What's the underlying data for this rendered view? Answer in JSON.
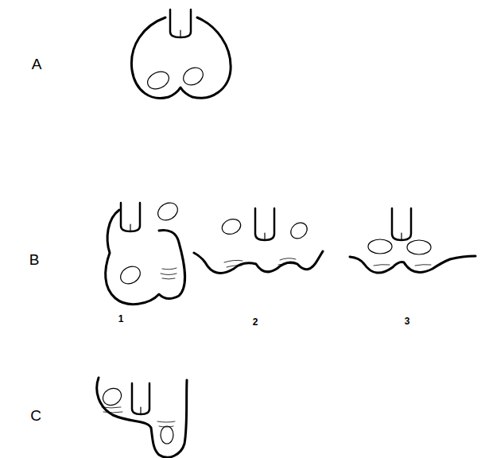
{
  "diagram": {
    "labels": [
      "A",
      "B",
      "1",
      "2",
      "3",
      "C"
    ]
  }
}
